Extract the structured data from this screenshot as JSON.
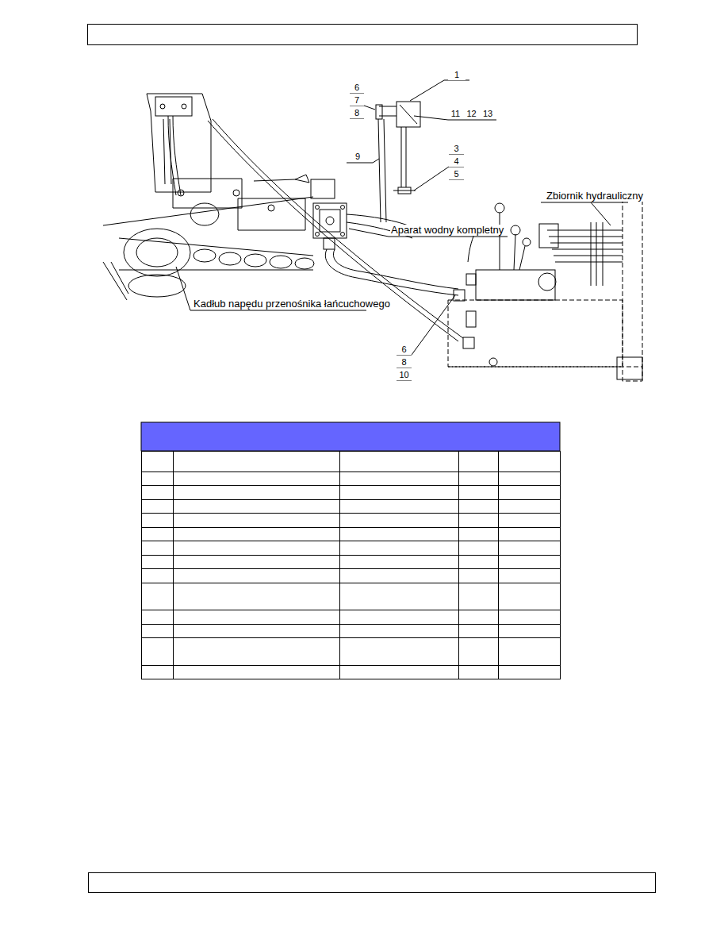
{
  "diagram": {
    "labels": [
      "1",
      "6",
      "7",
      "8",
      "11",
      "12",
      "13",
      "9",
      "3",
      "4",
      "5",
      "Aparat wodny kompletny",
      "Zbiornik hydrauliczny",
      "Kadłub napędu przenośnika łańcuchowego",
      "6",
      "8",
      "10"
    ]
  }
}
